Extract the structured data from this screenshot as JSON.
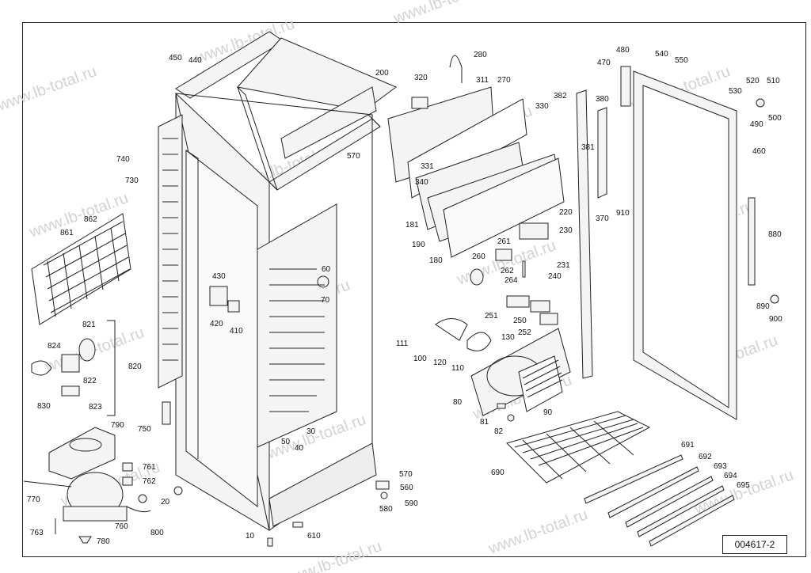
{
  "document_id": "004617-2",
  "watermark": "www.lb-total.ru",
  "callouts": [
    {
      "id": "450"
    },
    {
      "id": "440"
    },
    {
      "id": "200"
    },
    {
      "id": "320"
    },
    {
      "id": "280"
    },
    {
      "id": "311"
    },
    {
      "id": "270"
    },
    {
      "id": "330"
    },
    {
      "id": "382"
    },
    {
      "id": "380"
    },
    {
      "id": "480"
    },
    {
      "id": "540"
    },
    {
      "id": "550"
    },
    {
      "id": "470"
    },
    {
      "id": "530"
    },
    {
      "id": "520"
    },
    {
      "id": "510"
    },
    {
      "id": "490"
    },
    {
      "id": "500"
    },
    {
      "id": "460"
    },
    {
      "id": "740"
    },
    {
      "id": "730"
    },
    {
      "id": "570"
    },
    {
      "id": "331"
    },
    {
      "id": "340"
    },
    {
      "id": "381"
    },
    {
      "id": "862"
    },
    {
      "id": "861"
    },
    {
      "id": "181"
    },
    {
      "id": "190"
    },
    {
      "id": "220"
    },
    {
      "id": "230"
    },
    {
      "id": "370"
    },
    {
      "id": "910"
    },
    {
      "id": "880"
    },
    {
      "id": "180"
    },
    {
      "id": "261"
    },
    {
      "id": "260"
    },
    {
      "id": "262"
    },
    {
      "id": "264"
    },
    {
      "id": "231"
    },
    {
      "id": "240"
    },
    {
      "id": "430"
    },
    {
      "id": "60"
    },
    {
      "id": "70"
    },
    {
      "id": "420"
    },
    {
      "id": "410"
    },
    {
      "id": "251"
    },
    {
      "id": "250"
    },
    {
      "id": "252"
    },
    {
      "id": "890"
    },
    {
      "id": "900"
    },
    {
      "id": "821"
    },
    {
      "id": "824"
    },
    {
      "id": "822"
    },
    {
      "id": "820"
    },
    {
      "id": "830"
    },
    {
      "id": "823"
    },
    {
      "id": "111"
    },
    {
      "id": "100"
    },
    {
      "id": "120"
    },
    {
      "id": "110"
    },
    {
      "id": "130"
    },
    {
      "id": "80"
    },
    {
      "id": "90"
    },
    {
      "id": "81"
    },
    {
      "id": "82"
    },
    {
      "id": "790"
    },
    {
      "id": "750"
    },
    {
      "id": "30"
    },
    {
      "id": "50"
    },
    {
      "id": "40"
    },
    {
      "id": "690"
    },
    {
      "id": "691"
    },
    {
      "id": "692"
    },
    {
      "id": "693"
    },
    {
      "id": "694"
    },
    {
      "id": "695"
    },
    {
      "id": "761"
    },
    {
      "id": "762"
    },
    {
      "id": "570b"
    },
    {
      "id": "560"
    },
    {
      "id": "590"
    },
    {
      "id": "580"
    },
    {
      "id": "770"
    },
    {
      "id": "20"
    },
    {
      "id": "760"
    },
    {
      "id": "800"
    },
    {
      "id": "763"
    },
    {
      "id": "780"
    },
    {
      "id": "10"
    },
    {
      "id": "610"
    }
  ],
  "callout_text": {
    "450": "450",
    "440": "440",
    "200": "200",
    "320": "320",
    "280": "280",
    "311": "311",
    "270": "270",
    "330": "330",
    "382": "382",
    "380": "380",
    "480": "480",
    "540": "540",
    "550": "550",
    "470": "470",
    "530": "530",
    "520": "520",
    "510": "510",
    "490": "490",
    "500": "500",
    "460": "460",
    "740": "740",
    "730": "730",
    "570": "570",
    "331": "331",
    "340": "340",
    "381": "381",
    "862": "862",
    "861": "861",
    "181": "181",
    "190": "190",
    "220": "220",
    "230": "230",
    "370": "370",
    "910": "910",
    "880": "880",
    "180": "180",
    "261": "261",
    "260": "260",
    "262": "262",
    "264": "264",
    "231": "231",
    "240": "240",
    "430": "430",
    "60": "60",
    "70": "70",
    "420": "420",
    "410": "410",
    "251": "251",
    "250": "250",
    "252": "252",
    "890": "890",
    "900": "900",
    "821": "821",
    "824": "824",
    "822": "822",
    "820": "820",
    "830": "830",
    "823": "823",
    "111": "111",
    "100": "100",
    "120": "120",
    "110": "110",
    "130": "130",
    "80": "80",
    "90": "90",
    "81": "81",
    "82": "82",
    "790": "790",
    "750": "750",
    "30": "30",
    "50": "50",
    "40": "40",
    "690": "690",
    "691": "691",
    "692": "692",
    "693": "693",
    "694": "694",
    "695": "695",
    "761": "761",
    "762": "762",
    "570b": "570",
    "560": "560",
    "590": "590",
    "580": "580",
    "770": "770",
    "20": "20",
    "760": "760",
    "800": "800",
    "763": "763",
    "780": "780",
    "10": "10",
    "610": "610"
  }
}
